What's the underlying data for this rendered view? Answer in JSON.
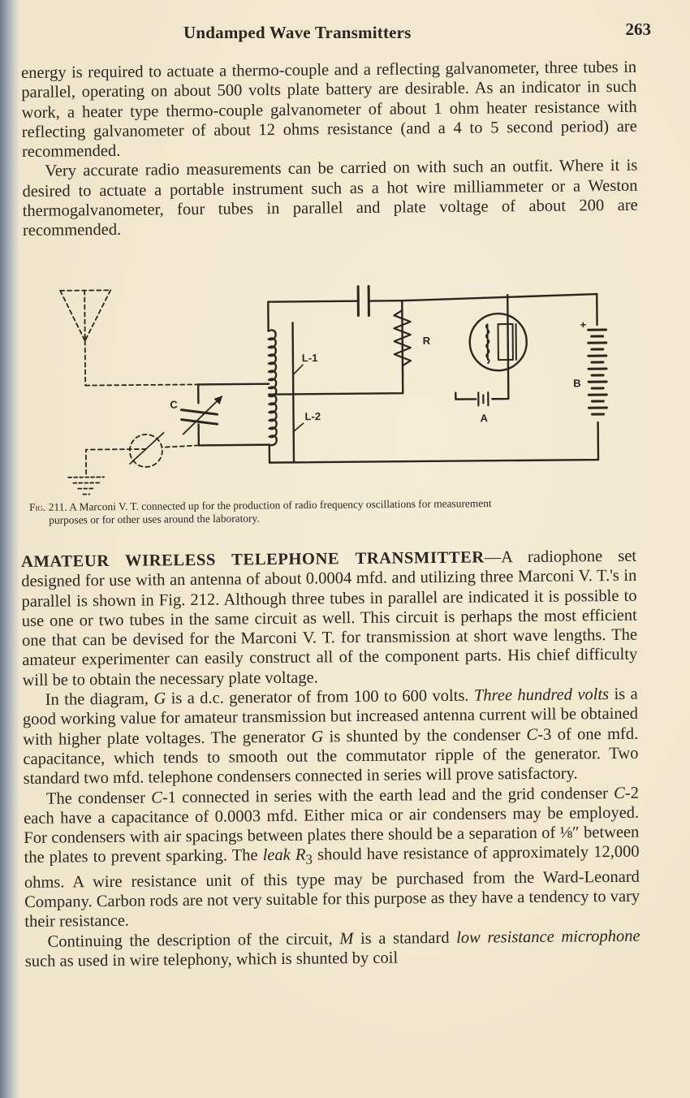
{
  "header": {
    "title": "Undamped Wave Transmitters",
    "page_number": "263"
  },
  "intro": {
    "p1": "energy is required to actuate a thermo-couple and a reflecting galvanometer, three tubes in parallel, operating on about 500 volts plate battery are desirable. As an indicator in such work, a heater type thermo-couple galvanometer of about 1 ohm heater resistance with reflecting galvanometer of about 12 ohms resistance (and a 4 to 5 second period) are recommended.",
    "p2": "Very accurate radio measurements can be carried on with such an outfit. Where it is desired to actuate a portable instrument such as a hot wire milliammeter or a Weston thermogalvanometer, four tubes in parallel and plate voltage of about 200 are recommended."
  },
  "figure": {
    "labels": {
      "c": "C",
      "l1": "L-1",
      "l2": "L-2",
      "r": "R",
      "a": "A",
      "b": "B",
      "plus": "+"
    },
    "caption_label": "Fig. 211.",
    "caption_text_line1": "A Marconi V. T. connected up for the production of radio frequency oscillations for measurement",
    "caption_text_line2": "purposes or for other uses around the laboratory."
  },
  "amateur": {
    "heading": "AMATEUR WIRELESS TELEPHONE TRANSMITTER",
    "p1_rest": "—A radiophone set designed for use with an antenna of about 0.0004 mfd. and utilizing three Marconi V. T.'s in parallel is shown in Fig. 212. Although three tubes in parallel are indicated it is possible to use one or two tubes in the same circuit as well. This circuit is perhaps the most efficient one that can be devised for the Marconi V. T. for transmission at short wave lengths. The amateur experimenter can easily construct all of the component parts. His chief difficulty will be to obtain the necessary plate voltage.",
    "p2": {
      "a": "In the diagram, ",
      "g1": "G",
      "b": " is a d.c. generator of from 100 to 600 volts. ",
      "three_hundred": "Three hundred volts",
      "c": " is a good working value for amateur transmission but increased antenna current will be obtained with higher plate voltages. The generator ",
      "g2": "G",
      "d": " is shunted by the condenser ",
      "c3": "C",
      "e": "-3 of one mfd. capacitance, which tends to smooth out the commutator ripple of the generator. Two standard two mfd. telephone condensers connected in series will prove satisfactory."
    },
    "p3": {
      "a": "The condenser ",
      "c1": "C",
      "b": "-1 connected in series with the earth lead and the grid condenser ",
      "c2": "C",
      "c": "-2 each have a capacitance of 0.0003 mfd. Either mica or air condensers may be employed. For condensers with air spacings between plates there should be a separation of ⅛″ between the plates to prevent sparking. The ",
      "leak": "leak",
      "r3": "R",
      "sub3": "3",
      "d": " should have resistance of approximately 12,000 ohms. A wire resistance unit of this type may be purchased from the Ward-Leonard Company. Carbon rods are not very suitable for this purpose as they have a tendency to vary their resistance."
    },
    "p4": {
      "a": "Continuing the description of the circuit, ",
      "m": "M",
      "b": " is a standard ",
      "low_resistance": "low resistance microphone",
      "c": " such as used in wire telephony, which is shunted by coil"
    }
  }
}
